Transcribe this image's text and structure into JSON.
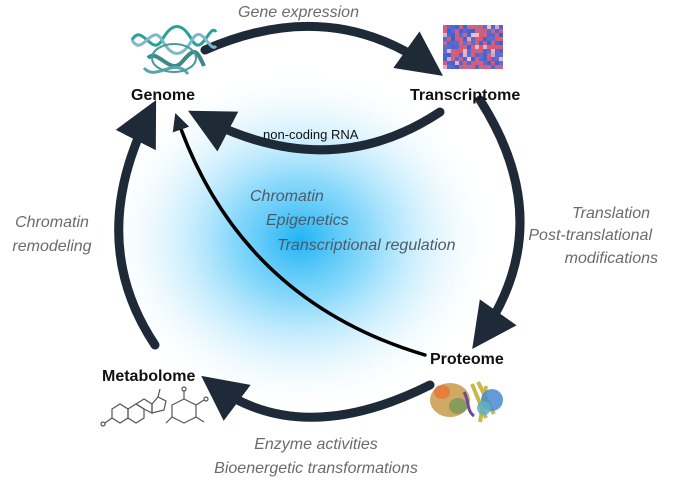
{
  "nodes": {
    "genome": "Genome",
    "transcriptome": "Transcriptome",
    "proteome": "Proteome",
    "metabolome": "Metabolome"
  },
  "processes": {
    "gene_expression": "Gene expression",
    "non_coding_rna": "non-coding RNA",
    "translation": [
      "Translation",
      "Post-translational",
      "modifications"
    ],
    "enzyme": [
      "Enzyme activities",
      "Bioenergetic transformations"
    ],
    "chromatin_remodeling": [
      "Chromatin",
      "remodeling"
    ]
  },
  "center_labels": [
    "Chromatin",
    "Epigenetics",
    "Transcriptional regulation"
  ],
  "icons": {
    "genome": "dna-protein-ribbon-icon",
    "transcriptome": "expression-heatmap-icon",
    "proteome": "protein-structure-icon",
    "metabolome": "molecule-structure-icon"
  },
  "colors": {
    "arrow": "#1e2a38",
    "process_text": "#6b6b6b",
    "center_glow": "#29b6f6",
    "heatmap_red": "#e0566a",
    "heatmap_blue": "#3c5fd0"
  }
}
